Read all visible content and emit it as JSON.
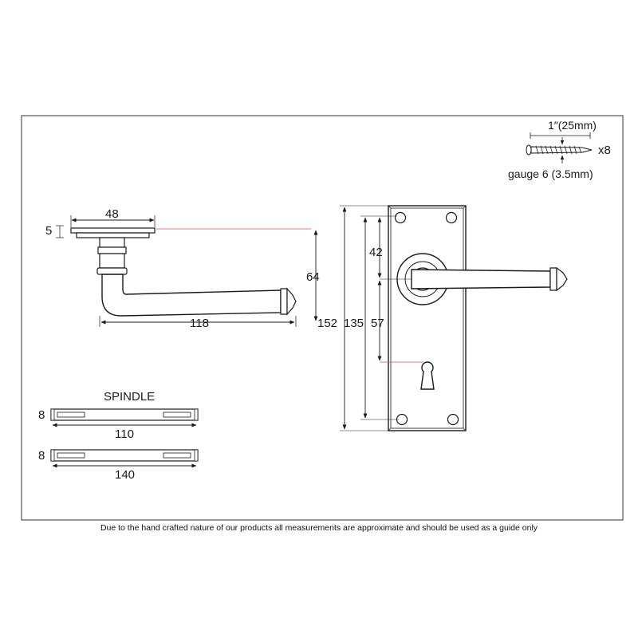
{
  "screw": {
    "length_label": "1″(25mm)",
    "quantity_label": "x8",
    "gauge_label": "gauge 6 (3.5mm)"
  },
  "lever": {
    "rose_diameter_label": "48",
    "rose_thickness_label": "5",
    "projection_label": "64",
    "lever_length_label": "118"
  },
  "backplate": {
    "height_label": "152",
    "height_inner_label": "135",
    "top_to_spindle_label": "42",
    "spindle_to_keyhole_label": "57"
  },
  "spindle": {
    "title": "SPINDLE",
    "items": [
      {
        "width_label": "8",
        "length_label": "110"
      },
      {
        "width_label": "8",
        "length_label": "140"
      }
    ]
  },
  "footer": {
    "disclaimer": "Due to the hand crafted nature of our products all measurements are approximate and should be used as a guide only"
  },
  "colors": {
    "line": "#1a1a1a",
    "guide": "#d9534f",
    "fill": "#ffffff"
  }
}
